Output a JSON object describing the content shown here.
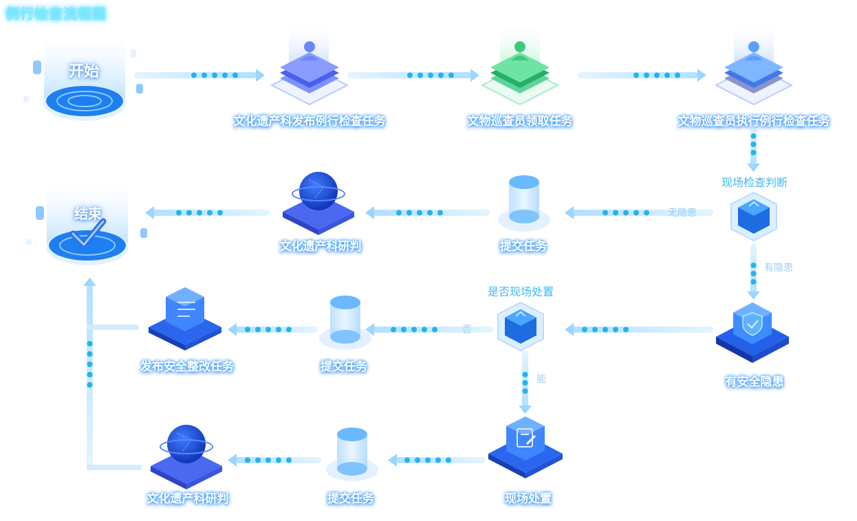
{
  "title": "例行检查流程图",
  "nodes": {
    "start": "开始",
    "publish": "文化遗产科发布例行检查任务",
    "receive": "文物巡查员领取任务",
    "execute": "文物巡查员执行例行检查任务",
    "judge": "现场检查判断",
    "submit1": "提交任务",
    "review1": "文化遗产科研判",
    "end": "结束",
    "hazard": "有安全隐患",
    "decide": "是否现场处置",
    "submit2": "提交任务",
    "rectify": "发布安全整改任务",
    "onsite": "现场处置",
    "submit3": "提交任务",
    "review2": "文化遗产科研判"
  },
  "edges": {
    "no_hazard": "无隐患",
    "has_hazard": "有隐患",
    "no": "否",
    "yes": "能"
  },
  "colors": {
    "flow": "#7cc8ff",
    "dot": "#1fb3f0",
    "primary": "#2f6ff0",
    "green": "#3fd17f",
    "caption": "#44b7f5"
  }
}
